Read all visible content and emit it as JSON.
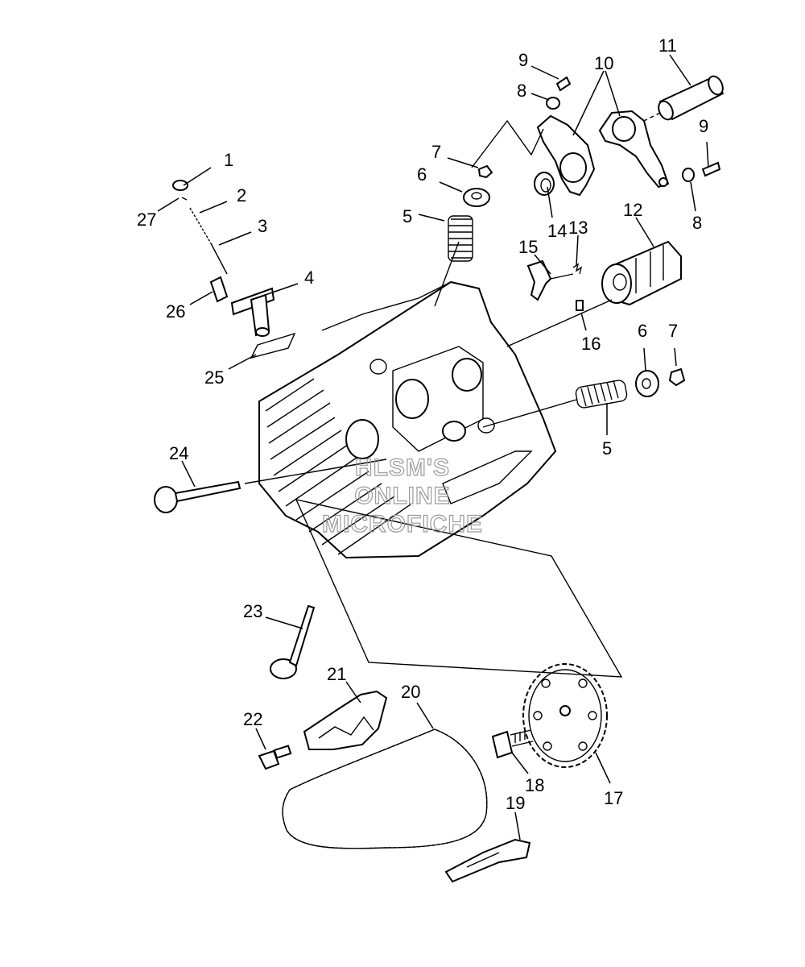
{
  "watermark": {
    "lines": [
      "HLSM'S",
      "ONLINE",
      "MICROFICHE"
    ],
    "color": "#9a9a9a"
  },
  "callouts": [
    {
      "id": "c1",
      "label": "1"
    },
    {
      "id": "c2",
      "label": "2"
    },
    {
      "id": "c3",
      "label": "3"
    },
    {
      "id": "c4",
      "label": "4"
    },
    {
      "id": "c5a",
      "label": "5"
    },
    {
      "id": "c5b",
      "label": "5"
    },
    {
      "id": "c6a",
      "label": "6"
    },
    {
      "id": "c6b",
      "label": "6"
    },
    {
      "id": "c7a",
      "label": "7"
    },
    {
      "id": "c7b",
      "label": "7"
    },
    {
      "id": "c8a",
      "label": "8"
    },
    {
      "id": "c8b",
      "label": "8"
    },
    {
      "id": "c9a",
      "label": "9"
    },
    {
      "id": "c9b",
      "label": "9"
    },
    {
      "id": "c10",
      "label": "10"
    },
    {
      "id": "c11",
      "label": "11"
    },
    {
      "id": "c12",
      "label": "12"
    },
    {
      "id": "c13",
      "label": "13"
    },
    {
      "id": "c14",
      "label": "14"
    },
    {
      "id": "c15",
      "label": "15"
    },
    {
      "id": "c16",
      "label": "16"
    },
    {
      "id": "c17",
      "label": "17"
    },
    {
      "id": "c18",
      "label": "18"
    },
    {
      "id": "c19",
      "label": "19"
    },
    {
      "id": "c20",
      "label": "20"
    },
    {
      "id": "c21",
      "label": "21"
    },
    {
      "id": "c22",
      "label": "22"
    },
    {
      "id": "c23",
      "label": "23"
    },
    {
      "id": "c24",
      "label": "24"
    },
    {
      "id": "c25",
      "label": "25"
    },
    {
      "id": "c26",
      "label": "26"
    },
    {
      "id": "c27",
      "label": "27"
    }
  ]
}
